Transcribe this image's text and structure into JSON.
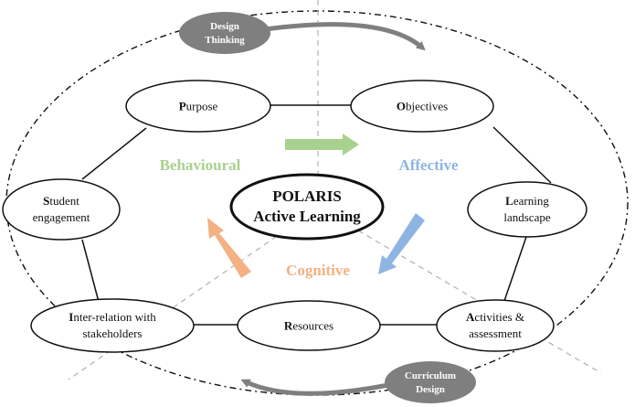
{
  "center": {
    "line1": "POLARIS",
    "line2": "Active Learning"
  },
  "nodes": {
    "purpose": {
      "first": "P",
      "rest": "urpose"
    },
    "objectives": {
      "first": "O",
      "rest": "bjectives"
    },
    "learning": {
      "first": "L",
      "line1": "earning",
      "line2": "landscape"
    },
    "activities": {
      "first": "A",
      "line1": "ctivities &",
      "line2": "assessment"
    },
    "resources": {
      "first": "R",
      "rest": "esources"
    },
    "interrelation": {
      "first": "I",
      "line1": "nter-relation with",
      "line2": "stakeholders"
    },
    "student": {
      "first": "S",
      "line1": "tudent",
      "line2": "engagement"
    }
  },
  "domains": {
    "behavioural": "Behavioural",
    "affective": "Affective",
    "cognitive": "Cognitive"
  },
  "badges": {
    "design": {
      "line1": "Design",
      "line2": "Thinking"
    },
    "curriculum": {
      "line1": "Curriculum",
      "line2": "Design"
    }
  },
  "colors": {
    "behavioural": "#a9d18e",
    "affective": "#8eb4e3",
    "cognitive": "#f4b183",
    "badge": "#7f7f7f"
  }
}
